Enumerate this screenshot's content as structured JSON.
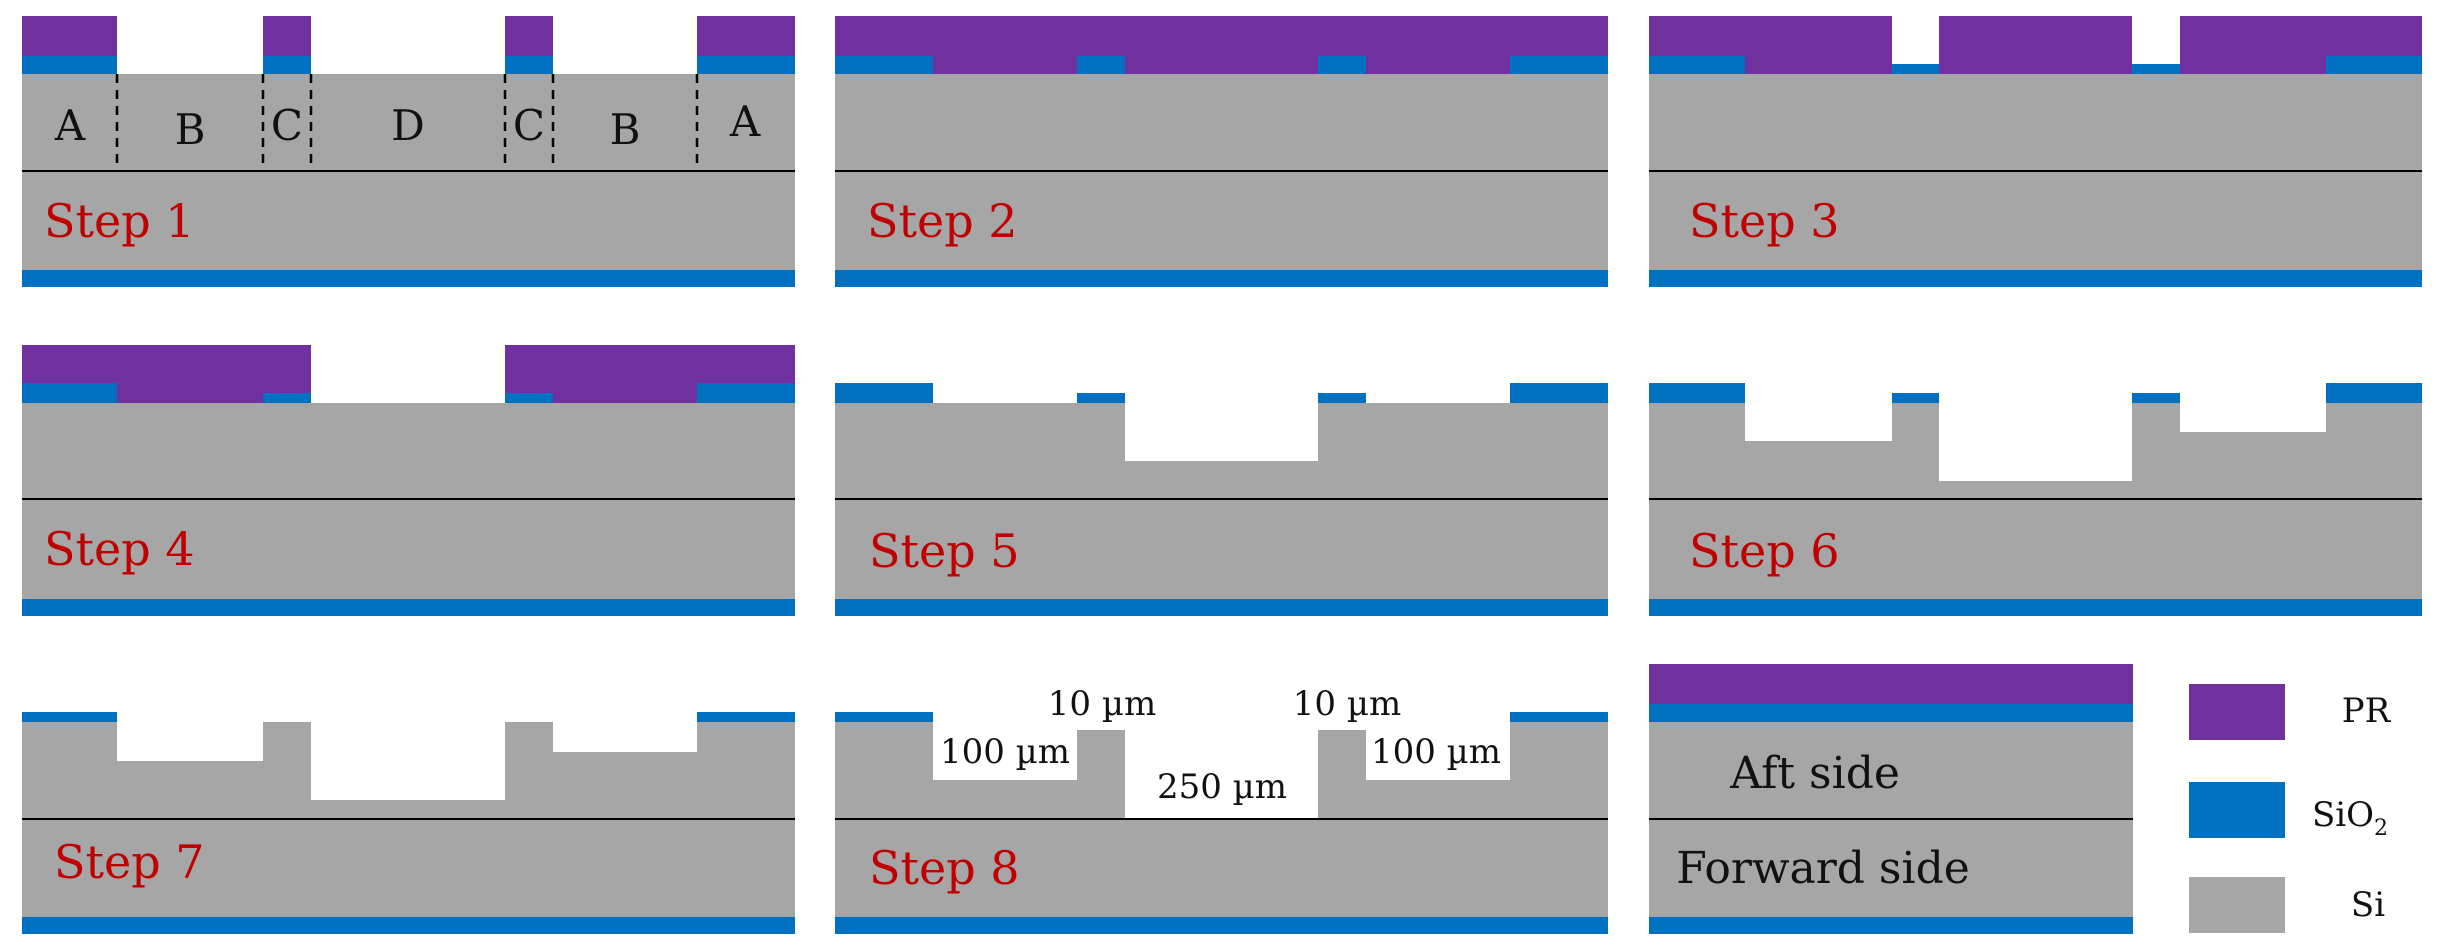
{
  "colors": {
    "pr": "#7030a0",
    "sio2": "#0070c0",
    "si": "#a6a6a6",
    "step_label": "#c00000",
    "line": "#000000"
  },
  "panels": {
    "step1": {
      "label": "Step 1",
      "regions": [
        "A",
        "B",
        "C",
        "D",
        "C",
        "B",
        "A"
      ]
    },
    "step2": {
      "label": "Step 2"
    },
    "step3": {
      "label": "Step 3"
    },
    "step4": {
      "label": "Step 4"
    },
    "step5": {
      "label": "Step 5"
    },
    "step6": {
      "label": "Step 6"
    },
    "step7": {
      "label": "Step 7"
    },
    "step8": {
      "label": "Step 8",
      "dims": {
        "ridge_left": "10 µm",
        "ridge_right": "10 µm",
        "shallow_left": "100 µm",
        "shallow_right": "100 µm",
        "deep_center": "250 µm"
      }
    },
    "sides": {
      "aft": "Aft side",
      "forward": "Forward side"
    }
  },
  "legend": {
    "pr": "PR",
    "sio2_base": "SiO",
    "sio2_sub": "2",
    "si": "Si"
  }
}
